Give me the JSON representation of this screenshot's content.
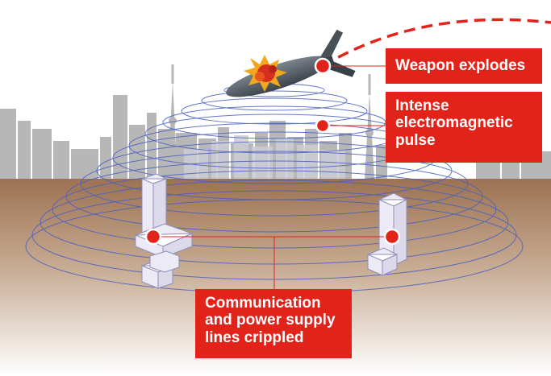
{
  "labels": {
    "weapon_explodes": "Weapon explodes",
    "pulse": [
      "Intense",
      "electromagnetic",
      "pulse"
    ],
    "lines_crippled": [
      "Communication",
      "and power supply",
      "lines crippled"
    ]
  },
  "icons": [
    "bomb-icon",
    "explosion-icon",
    "building-icon",
    "marker-dot-icon"
  ],
  "colors": {
    "accent_red": "#e2231a",
    "skyline_gray": "#b5b5b5",
    "ground_brown": "#a27a5c",
    "pulse_ring_blue": "#5a6fc8",
    "building_fill": "#eceaf4"
  }
}
